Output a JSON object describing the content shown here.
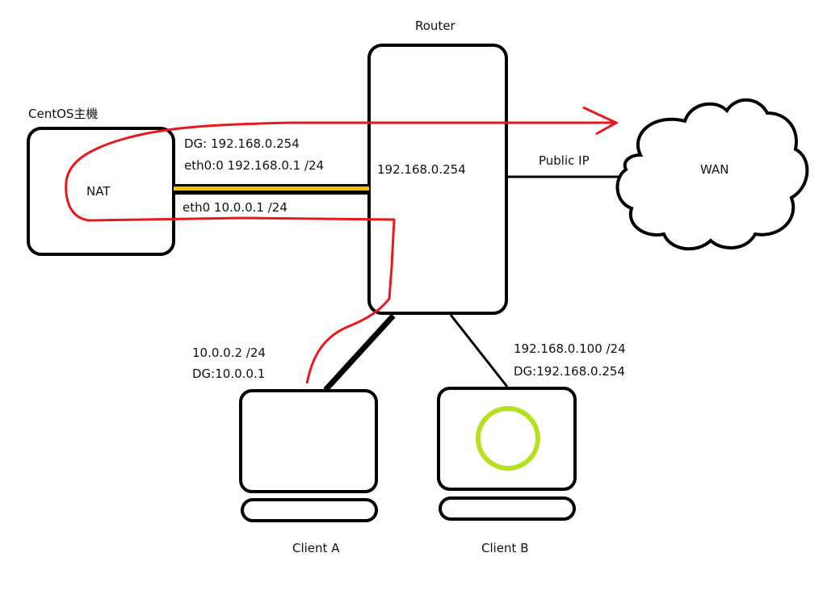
{
  "nodes": {
    "centos": {
      "title": "CentOS主機",
      "inner_label": "NAT"
    },
    "router": {
      "title": "Router",
      "ip": "192.168.0.254"
    },
    "wan": {
      "label": "WAN",
      "link_label": "Public IP"
    },
    "client_a": {
      "title": "Client A",
      "ip": "10.0.0.2 /24",
      "gateway": "DG:10.0.0.1"
    },
    "client_b": {
      "title": "Client B",
      "ip": "192.168.0.100 /24",
      "gateway": "DG:192.168.0.254"
    }
  },
  "interfaces": {
    "dg": "DG: 192.168.0.254",
    "eth0_0": "eth0:0 192.168.0.1 /24",
    "eth0": "eth0 10.0.0.1 /24"
  },
  "colors": {
    "outline": "#000000",
    "path": "#e8191e",
    "highlight_link": "#f5c000",
    "client_b_marker": "#b5e01e"
  }
}
